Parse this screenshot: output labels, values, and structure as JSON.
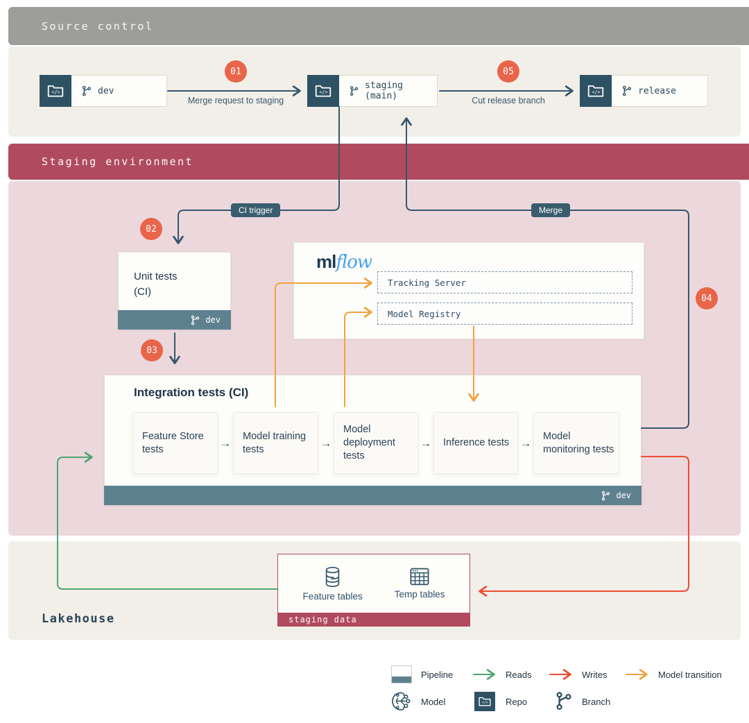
{
  "sections": {
    "source_control": "Source control",
    "staging_environment": "Staging environment",
    "lakehouse": "Lakehouse"
  },
  "repos": {
    "dev": "dev",
    "staging": "staging (main)",
    "release": "release"
  },
  "steps": {
    "s01": {
      "num": "01",
      "label": "Merge request to staging"
    },
    "s02": {
      "num": "02"
    },
    "s03": {
      "num": "03"
    },
    "s04": {
      "num": "04"
    },
    "s05": {
      "num": "05",
      "label": "Cut release branch"
    }
  },
  "pills": {
    "ci_trigger": "CI trigger",
    "merge": "Merge"
  },
  "unit_tests": {
    "line1": "Unit tests",
    "line2": "(CI)",
    "branch": "dev"
  },
  "mlflow": {
    "logo_ml": "ml",
    "logo_flow": "flow",
    "tracking_server": "Tracking Server",
    "model_registry": "Model Registry"
  },
  "integration": {
    "title": "Integration tests (CI)",
    "branch": "dev",
    "tests": [
      "Feature Store tests",
      "Model training tests",
      "Model deployment tests",
      "Inference tests",
      "Model monitoring tests"
    ],
    "arrow_glyph": "→"
  },
  "staging_data": {
    "feature_tables": "Feature tables",
    "temp_tables": "Temp tables",
    "bar": "staging data"
  },
  "legend": {
    "pipeline": "Pipeline",
    "reads": "Reads",
    "writes": "Writes",
    "model_transition": "Model transition",
    "model": "Model",
    "repo": "Repo",
    "branch": "Branch"
  },
  "colors": {
    "maroon": "#b04a5f",
    "pink": "#ecd8dc",
    "beige": "#f1efe8",
    "gray_header": "#9d9d99",
    "navy_line": "#36566c",
    "slate_bar": "#5e818f",
    "repo_square": "#2e5263",
    "badge_orange": "#e9654a",
    "transition_orange": "#f2a33c",
    "reads_green": "#4fa46f",
    "writes_red": "#ef4b32",
    "mlflow_blue": "#4ba1e8"
  }
}
